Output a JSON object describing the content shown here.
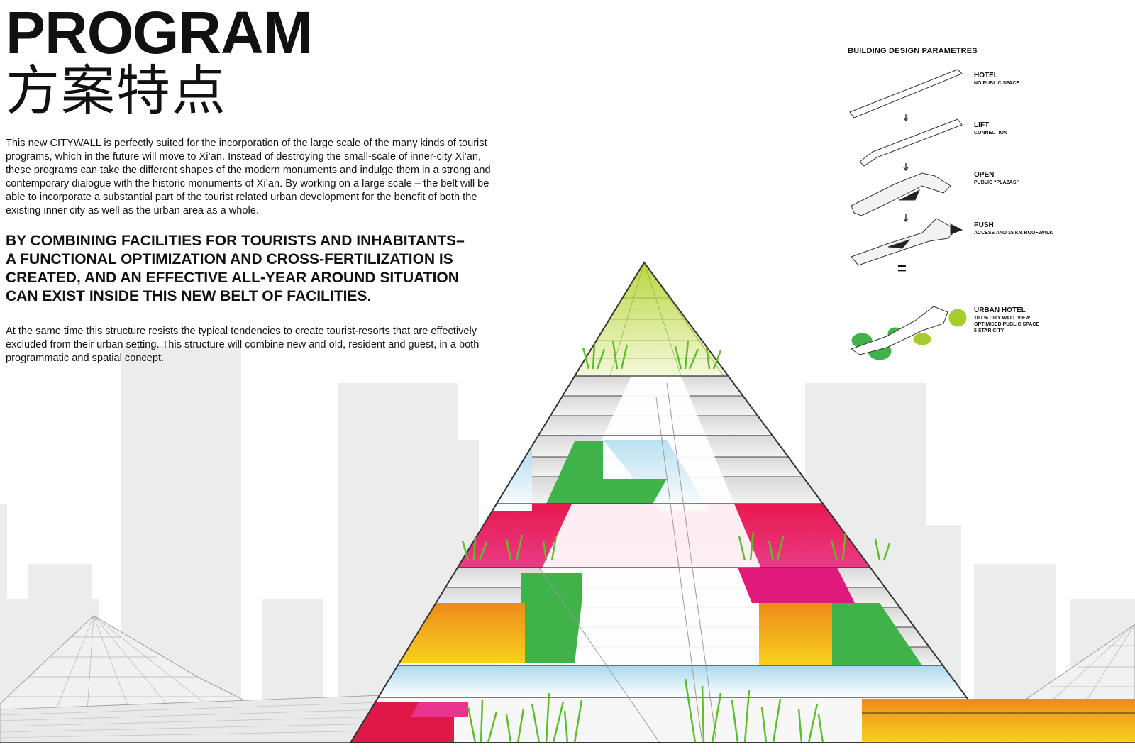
{
  "header": {
    "title": "PROGRAM",
    "subtitle_cn": "方案特点"
  },
  "text": {
    "paragraph1": "This new CITYWALL is perfectly suited for the incorporation of the large scale of the many kinds of tourist programs, which in the future will move to Xi’an. Instead of destroying the small-scale of inner-city Xi’an, these programs can take the different shapes of the modern monuments and indulge them in a strong and contemporary dialogue with the historic monuments of Xi’an. By working on a large scale – the belt will be able to incorporate a substantial part of the tourist related urban development for the benefit of both the existing inner city as well as the urban area as a whole.",
    "emphasis": "BY COMBINING FACILITIES FOR TOURISTS AND INHABITANTS– A FUNCTIONAL OPTIMIZATION AND CROSS-FERTILIZATION IS CREATED, AND AN EFFECTIVE ALL-YEAR AROUND SITUATION CAN EXIST INSIDE THIS NEW BELT OF FACILITIES.",
    "paragraph2": "At the same time this structure resists the typical tendencies to create tourist-resorts that are effectively excluded from their urban setting. This structure will combine new and old, resident and  guest, in a both programmatic and spatial concept."
  },
  "parameters": {
    "title": "BUILDING DESIGN PARAMETRES",
    "steps": [
      {
        "label": "HOTEL",
        "sub": "NO PUBLIC SPACE"
      },
      {
        "label": "LIFT",
        "sub": "CONNECTION"
      },
      {
        "label": "OPEN",
        "sub": "PUBLIC “PLAZAS”"
      },
      {
        "label": "PUSH",
        "sub": "ACCESS AND 15 KM ROOFWALK"
      },
      {
        "label": "URBAN HOTEL",
        "sub": "100 % CITY WALL VIEW\nOPTIMISED PUBLIC SPACE\n5 STAR CITY"
      }
    ],
    "equals": "="
  },
  "colors": {
    "lime": "#a6cc2e",
    "magenta": "#e0246a",
    "orange": "#f29a18",
    "yellow": "#f7c51a",
    "green": "#3fb34a",
    "sky": "#bfe3ef",
    "grey": "#e6e6e6"
  }
}
